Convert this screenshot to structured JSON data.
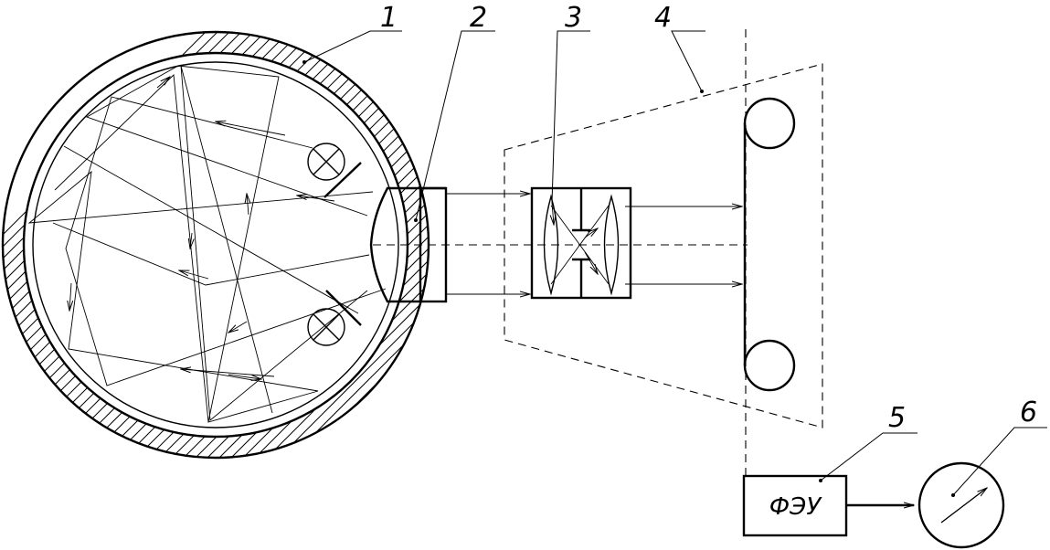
{
  "callouts": {
    "n1": "1",
    "n2": "2",
    "n3": "3",
    "n4": "4",
    "n5": "5",
    "n6": "6"
  },
  "pmt_block_label": "ФЭУ",
  "colors": {
    "line": "#000000",
    "background": "#ffffff"
  }
}
